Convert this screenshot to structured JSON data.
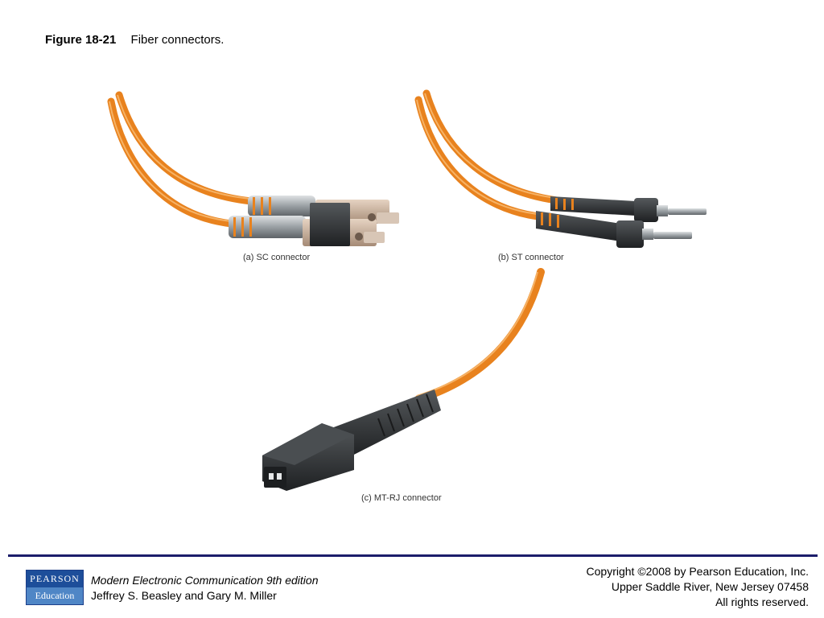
{
  "figure": {
    "number": "Figure 18-21",
    "title": "Fiber connectors.",
    "captions": {
      "sc": "(a) SC connector",
      "st": "(b) ST connector",
      "mtrj": "(c) MT-RJ connector"
    }
  },
  "footer": {
    "logo_top": "PEARSON",
    "logo_bottom": "Education",
    "book_title": "Modern Electronic Communication 9th edition",
    "authors": "Jeffrey S. Beasley and Gary M. Miller",
    "copyright_line1": "Copyright ©2008 by Pearson Education, Inc.",
    "copyright_line2": "Upper Saddle River, New Jersey 07458",
    "copyright_line3": "All rights reserved."
  },
  "colors": {
    "cable": "#e8821e",
    "cable_highlight": "#f6b265",
    "rule": "#1c1d6b",
    "connector_dark": "#2f3133",
    "connector_beige": "#c9b09a"
  }
}
